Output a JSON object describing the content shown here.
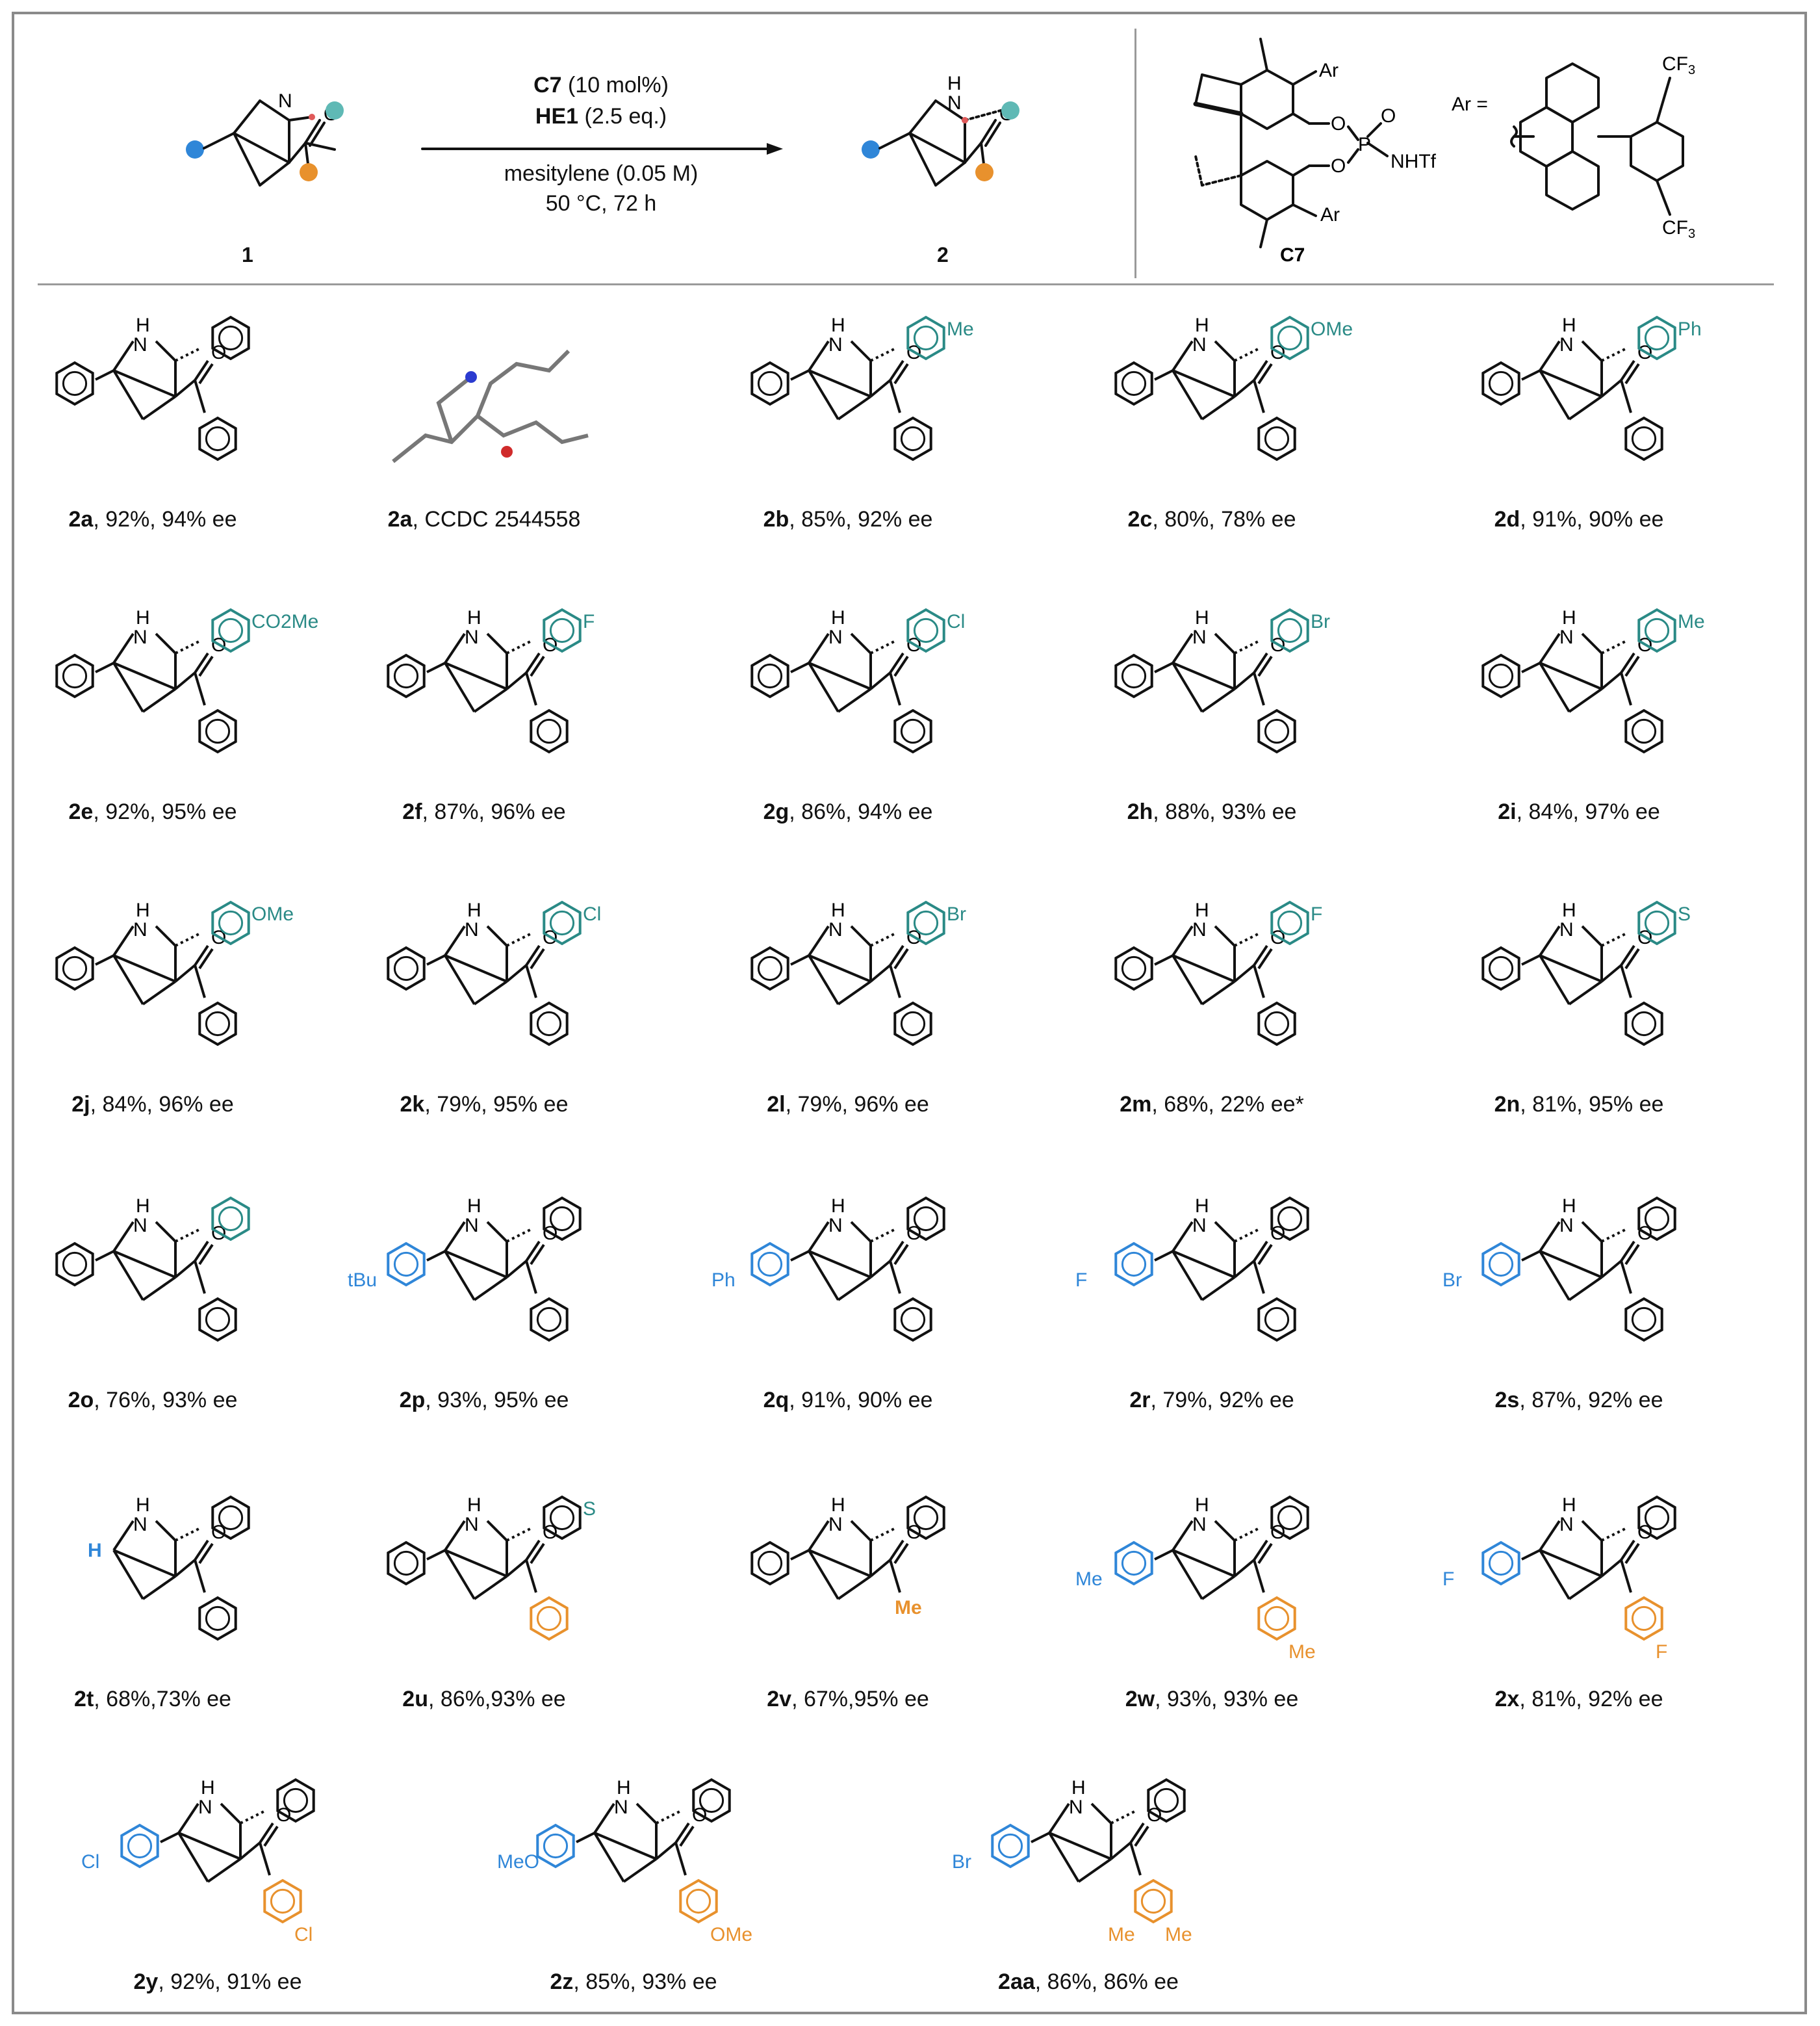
{
  "colors": {
    "aryl_amine_substituent": "#2a8a86",
    "bridgehead_substituent": "#2f86d8",
    "ketone_substituent": "#e8912d",
    "imine_substituent_dot": "#5fb9b5",
    "stereocenter_dot": "#e05a5a",
    "bond": "#111111"
  },
  "scheme": {
    "reactant_label": "1",
    "product_label": "2",
    "reactant_atoms": {
      "n": "N",
      "o": "O"
    },
    "product_atoms": {
      "nh": "H\nN",
      "o": "O"
    },
    "conditions": {
      "catalyst_bold": "C7",
      "catalyst_loading": "(10 mol%)",
      "reductant_bold": "HE1",
      "reductant_loading": "(2.5 eq.)",
      "solvent": "mesitylene (0.05 M)",
      "temp_time": "50 °C, 72  h"
    },
    "catalyst": {
      "label": "C7",
      "atoms": {
        "ar_top": "Ar",
        "ar_bottom": "Ar",
        "o1": "O",
        "o2": "O",
        "p": "P",
        "po": "O",
        "nhtf": "NHTf"
      },
      "ar_definition": {
        "prefix": "Ar =",
        "cf3_top": "CF3",
        "cf3_bottom": "CF3"
      }
    }
  },
  "products": [
    {
      "id": "2a",
      "yield": "92%",
      "ee": "94% ee",
      "amine_sub": "Ph",
      "label": "2a, 92%, 94% ee"
    },
    {
      "id": "2a",
      "crystal": "CCDC 2544558",
      "label": "2a, CCDC 2544558"
    },
    {
      "id": "2b",
      "yield": "85%",
      "ee": "92% ee",
      "sub_text": "Me"
    },
    {
      "id": "2c",
      "yield": "80%",
      "ee": "78% ee",
      "sub_text": "OMe"
    },
    {
      "id": "2d",
      "yield": "91%",
      "ee": "90% ee",
      "sub_text": "Ph"
    },
    {
      "id": "2e",
      "yield": "92%",
      "ee": "95% ee",
      "sub_text": "CO2Me"
    },
    {
      "id": "2f",
      "yield": "87%",
      "ee": "96% ee",
      "sub_text": "F"
    },
    {
      "id": "2g",
      "yield": "86%",
      "ee": "94% ee",
      "sub_text": "Cl"
    },
    {
      "id": "2h",
      "yield": "88%",
      "ee": "93% ee",
      "sub_text": "Br"
    },
    {
      "id": "2i",
      "yield": "84%",
      "ee": "97% ee",
      "sub_text": "Me"
    },
    {
      "id": "2j",
      "yield": "84%",
      "ee": "96% ee",
      "sub_text": "OMe"
    },
    {
      "id": "2k",
      "yield": "79%",
      "ee": "95% ee",
      "sub_text": "Cl"
    },
    {
      "id": "2l",
      "yield": "79%",
      "ee": "96% ee",
      "sub_text": "Br"
    },
    {
      "id": "2m",
      "yield": "68%",
      "ee": "22% ee*",
      "sub_text": "F"
    },
    {
      "id": "2n",
      "yield": "81%",
      "ee": "95% ee",
      "sub_text": "S"
    },
    {
      "id": "2o",
      "yield": "76%",
      "ee": "93% ee"
    },
    {
      "id": "2p",
      "yield": "93%",
      "ee": "95% ee",
      "sub_text": "tBu"
    },
    {
      "id": "2q",
      "yield": "91%",
      "ee": "90% ee",
      "sub_text": "Ph"
    },
    {
      "id": "2r",
      "yield": "79%",
      "ee": "92% ee",
      "sub_text": "F"
    },
    {
      "id": "2s",
      "yield": "87%",
      "ee": "92% ee",
      "sub_text": "Br"
    },
    {
      "id": "2t",
      "yield": "68%,",
      "ee": "73% ee",
      "sub_text": "H"
    },
    {
      "id": "2u",
      "yield": "86%,",
      "ee": "93% ee",
      "sub_text": "S"
    },
    {
      "id": "2v",
      "yield": "67%,",
      "ee": "95% ee",
      "sub_text": "Me"
    },
    {
      "id": "2w",
      "yield": "93%",
      "ee": "93% ee",
      "sub_text": "Me",
      "sub_text2": "Me"
    },
    {
      "id": "2x",
      "yield": "81%",
      "ee": "92% ee",
      "sub_text": "F",
      "sub_text2": "F"
    },
    {
      "id": "2y",
      "yield": "92%",
      "ee": "91% ee",
      "sub_text": "Cl",
      "sub_text2": "Cl"
    },
    {
      "id": "2z",
      "yield": "85%",
      "ee": "93% ee",
      "sub_text": "MeO",
      "sub_text2": "OMe"
    },
    {
      "id": "2aa",
      "yield": "86%",
      "ee": "86% ee",
      "sub_text": "Br",
      "sub_text2": "Me",
      "sub_text3": "Me"
    }
  ]
}
